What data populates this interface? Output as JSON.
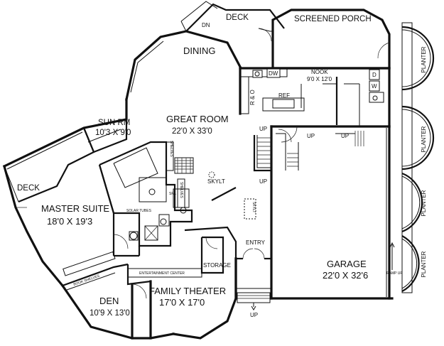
{
  "rooms": {
    "deck_top": "DECK",
    "dn": "DN",
    "screened_porch": "SCREENED PORCH",
    "dining": "DINING",
    "nook": "NOOK",
    "nook_dim": "9'0 X 12'0",
    "dw": "DW",
    "ref": "REF",
    "r_and_o": "R & O",
    "d": "D",
    "w": "W",
    "great_room": "GREAT ROOM",
    "great_room_dim": "22'0 X 33'0",
    "sun_rm": "SUN RM",
    "sun_rm_dim": "10'3 X 9'0",
    "deck_left": "DECK",
    "master_suite": "MASTER SUITE",
    "master_suite_dim": "18'0 X 19'3",
    "shelves_1": "SHELVES",
    "shelves_2": "SHELVES",
    "spa": "SPA",
    "solar_tubes": "SOLAR TUBES",
    "skylt_1": "SKYLT",
    "skylt_2": "SKYLT",
    "up_1": "UP",
    "up_2": "UP",
    "up_3": "UP",
    "up_4": "UP",
    "up_5": "UP",
    "garage": "GARAGE",
    "garage_dim": "22'0 X 32'6",
    "entry": "ENTRY",
    "storage": "STORAGE",
    "entertainment_center": "ENTERTAINMENT CENTER",
    "book_shelves": "BOOK SHELVES",
    "den": "DEN",
    "den_dim": "10'9 X 13'0",
    "family_theater": "FAMILY THEATER",
    "family_theater_dim": "17'0 X 17'0",
    "ramp_up": "RAMP UP",
    "planter_1": "PLANTER",
    "planter_2": "PLANTER",
    "planter_3": "PLANTER",
    "planter_4": "PLANTER"
  }
}
